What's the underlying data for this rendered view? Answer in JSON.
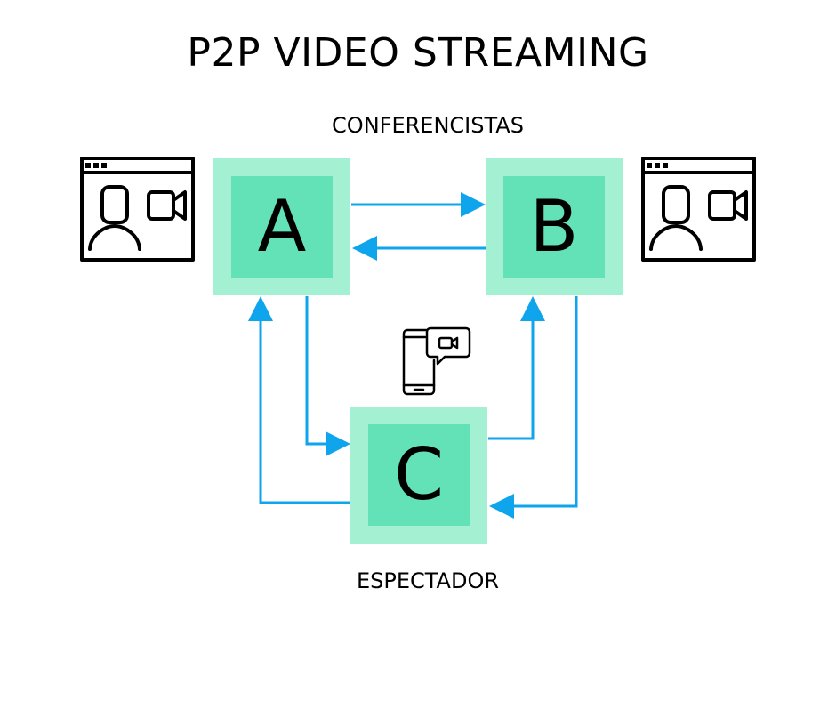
{
  "diagram": {
    "title": "P2P VIDEO STREAMING",
    "top_label": "CONFERENCISTAS",
    "bottom_label": "ESPECTADOR",
    "nodes": [
      {
        "id": "A",
        "label": "A",
        "icon": "video-call-window-icon"
      },
      {
        "id": "B",
        "label": "B",
        "icon": "video-call-window-icon"
      },
      {
        "id": "C",
        "label": "C",
        "icon": "mobile-video-chat-icon"
      }
    ],
    "edges": [
      {
        "from": "A",
        "to": "B"
      },
      {
        "from": "B",
        "to": "A"
      },
      {
        "from": "A",
        "to": "C"
      },
      {
        "from": "C",
        "to": "A"
      },
      {
        "from": "B",
        "to": "C"
      },
      {
        "from": "C",
        "to": "B"
      }
    ],
    "colors": {
      "node_outer": "#a3f0d3",
      "node_inner": "#62e2b6",
      "arrow": "#0ea5ec",
      "icon_stroke": "#000000"
    }
  }
}
